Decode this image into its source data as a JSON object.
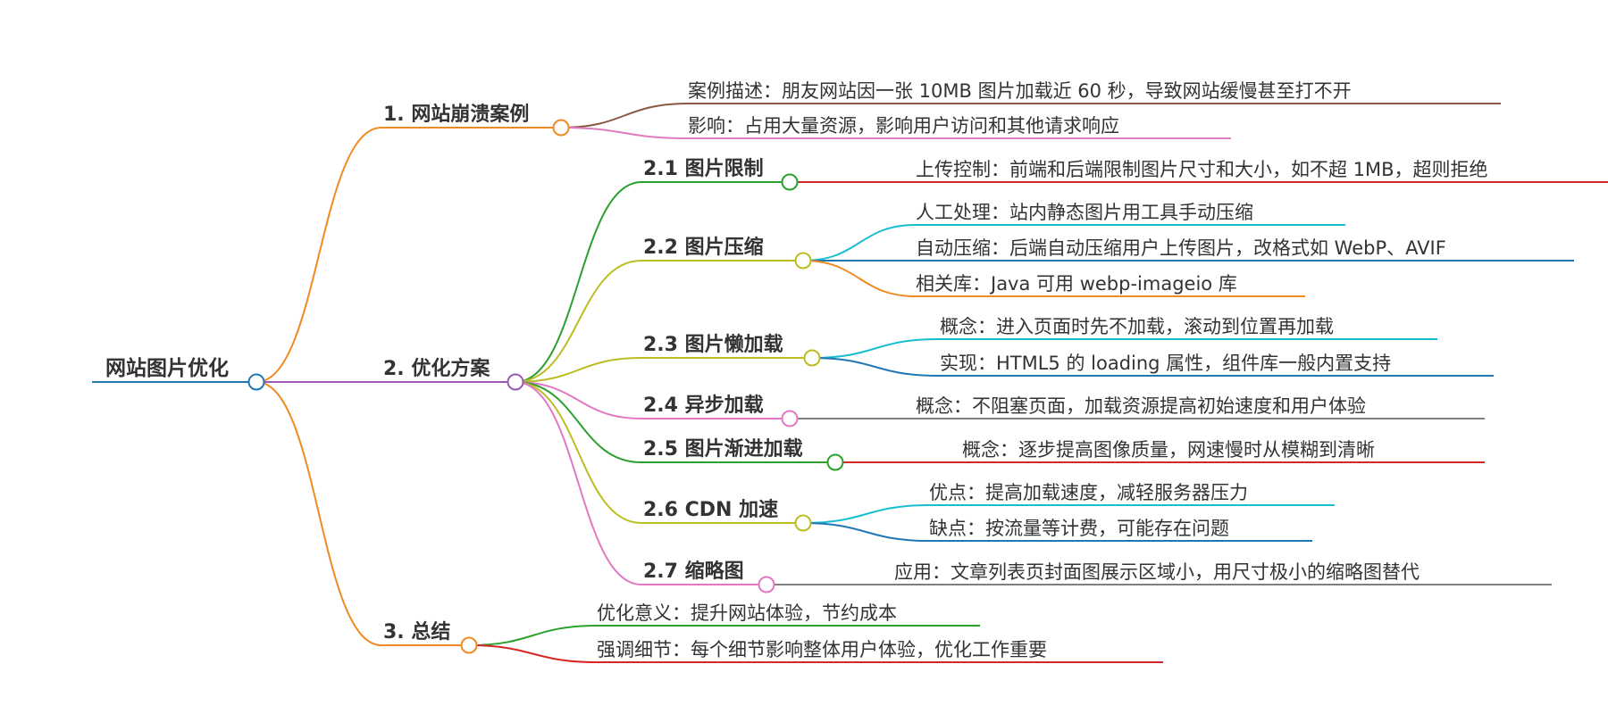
{
  "root": {
    "label": "网站图片优化"
  },
  "branches": [
    {
      "label": "1. 网站崩溃案例",
      "color": "#f08a23",
      "children": [
        {
          "label": "案例描述：朋友网站因一张 10MB 图片加载近 60 秒，导致网站缓慢甚至打不开",
          "color": "#8b5742"
        },
        {
          "label": "影响：占用大量资源，影响用户访问和其他请求响应",
          "color": "#e07ac4"
        }
      ]
    },
    {
      "label": "2. 优化方案",
      "color": "#9b59b6",
      "children": [
        {
          "label": "2.1 图片限制",
          "color": "#2ca02c",
          "children": [
            {
              "label": "上传控制：前端和后端限制图片尺寸和大小，如不超 1MB，超则拒绝",
              "color": "#d62728"
            }
          ]
        },
        {
          "label": "2.2 图片压缩",
          "color": "#bcbd22",
          "children": [
            {
              "label": "人工处理：站内静态图片用工具手动压缩",
              "color": "#17becf"
            },
            {
              "label": "自动压缩：后端自动压缩用户上传图片，改格式如 WebP、AVIF",
              "color": "#1f77b4"
            },
            {
              "label": "相关库：Java 可用 webp-imageio 库",
              "color": "#f08a23"
            }
          ]
        },
        {
          "label": "2.3 图片懒加载",
          "color": "#bcbd22",
          "children": [
            {
              "label": "概念：进入页面时先不加载，滚动到位置再加载",
              "color": "#17becf"
            },
            {
              "label": "实现：HTML5 的 loading 属性，组件库一般内置支持",
              "color": "#1f77b4"
            }
          ]
        },
        {
          "label": "2.4 异步加载",
          "color": "#e377c2",
          "children": [
            {
              "label": "概念：不阻塞页面，加载资源提高初始速度和用户体验",
              "color": "#7f7f7f"
            }
          ]
        },
        {
          "label": "2.5 图片渐进加载",
          "color": "#2ca02c",
          "children": [
            {
              "label": "概念：逐步提高图像质量，网速慢时从模糊到清晰",
              "color": "#d62728"
            }
          ]
        },
        {
          "label": "2.6 CDN 加速",
          "color": "#bcbd22",
          "children": [
            {
              "label": "优点：提高加载速度，减轻服务器压力",
              "color": "#17becf"
            },
            {
              "label": "缺点：按流量等计费，可能存在问题",
              "color": "#1f77b4"
            }
          ]
        },
        {
          "label": "2.7 缩略图",
          "color": "#e377c2",
          "children": [
            {
              "label": "应用：文章列表页封面图展示区域小，用尺寸极小的缩略图替代",
              "color": "#7f7f7f"
            }
          ]
        }
      ]
    },
    {
      "label": "3. 总结",
      "color": "#f08a23",
      "children": [
        {
          "label": "优化意义：提升网站体验，节约成本",
          "color": "#2ca02c"
        },
        {
          "label": "强调细节：每个细节影响整体用户体验，优化工作重要",
          "color": "#d62728"
        }
      ]
    }
  ],
  "colors": {
    "root_underline": "#1f77b4",
    "text": "#333333",
    "background": "#ffffff"
  }
}
